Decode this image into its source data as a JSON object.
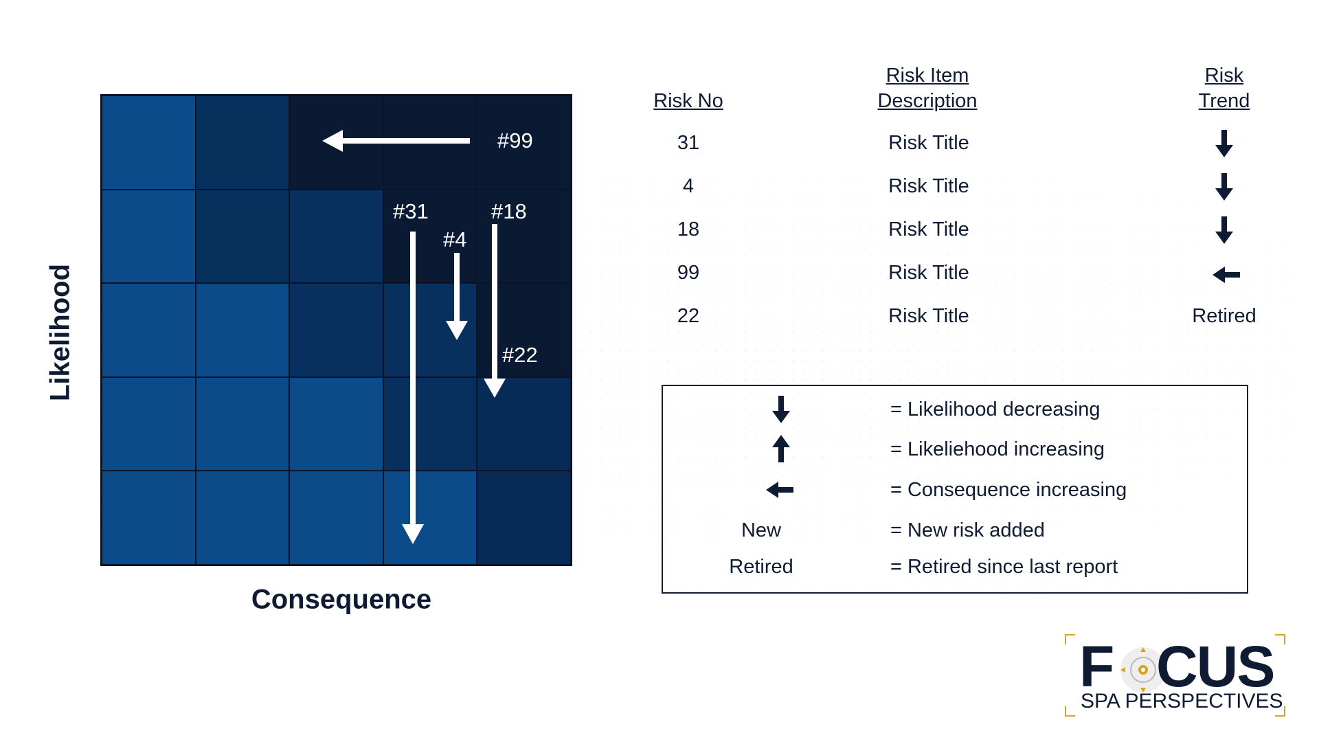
{
  "colors": {
    "navy_text": "#0f1b33",
    "cell_colors": [
      [
        "#0b4b8a",
        "#072f5c",
        "#0b1a33",
        "#0b1a33",
        "#0b1a33"
      ],
      [
        "#0b4b8a",
        "#072f5c",
        "#07305e",
        "#0b1a33",
        "#0b1a33"
      ],
      [
        "#0b4b8a",
        "#0b4b8a",
        "#07305e",
        "#07305e",
        "#0b1a33"
      ],
      [
        "#0b4b8a",
        "#0b4b8a",
        "#0b4b8a",
        "#07305e",
        "#072b57"
      ],
      [
        "#0b4b8a",
        "#0b4b8a",
        "#0b4b8a",
        "#0b4b8a",
        "#072b57"
      ]
    ]
  },
  "axes": {
    "y_label": "Likelihood",
    "x_label": "Consequence"
  },
  "matrix_labels": {
    "r99": "#99",
    "r31": "#31",
    "r18": "#18",
    "r4": "#4",
    "r22": "#22"
  },
  "table": {
    "headers": {
      "risk_no": "Risk No",
      "desc_line1": "Risk Item",
      "desc_line2": "Description",
      "trend_line1": "Risk",
      "trend_line2": "Trend"
    },
    "rows": [
      {
        "no": "31",
        "title": "Risk Title",
        "trend": "down-arrow-icon"
      },
      {
        "no": "4",
        "title": "Risk Title",
        "trend": "down-arrow-icon"
      },
      {
        "no": "18",
        "title": "Risk Title",
        "trend": "down-arrow-icon"
      },
      {
        "no": "99",
        "title": "Risk Title",
        "trend": "left-arrow-icon"
      },
      {
        "no": "22",
        "title": "Risk Title",
        "trend_text": "Retired"
      }
    ]
  },
  "legend": {
    "items": [
      {
        "symbol_icon": "down-arrow-icon",
        "text": "= Likelihood decreasing"
      },
      {
        "symbol_icon": "up-arrow-icon",
        "text": "= Likeliehood increasing"
      },
      {
        "symbol_icon": "left-arrow-icon",
        "text": "= Consequence increasing"
      },
      {
        "symbol_text": "New",
        "text": "= New risk added"
      },
      {
        "symbol_text": "Retired",
        "text": "= Retired since last report"
      }
    ]
  },
  "logo": {
    "word_start": "F",
    "word_end": "CUS",
    "subtitle": "SPA PERSPECTIVES",
    "icon": "camera-lens-icon"
  }
}
